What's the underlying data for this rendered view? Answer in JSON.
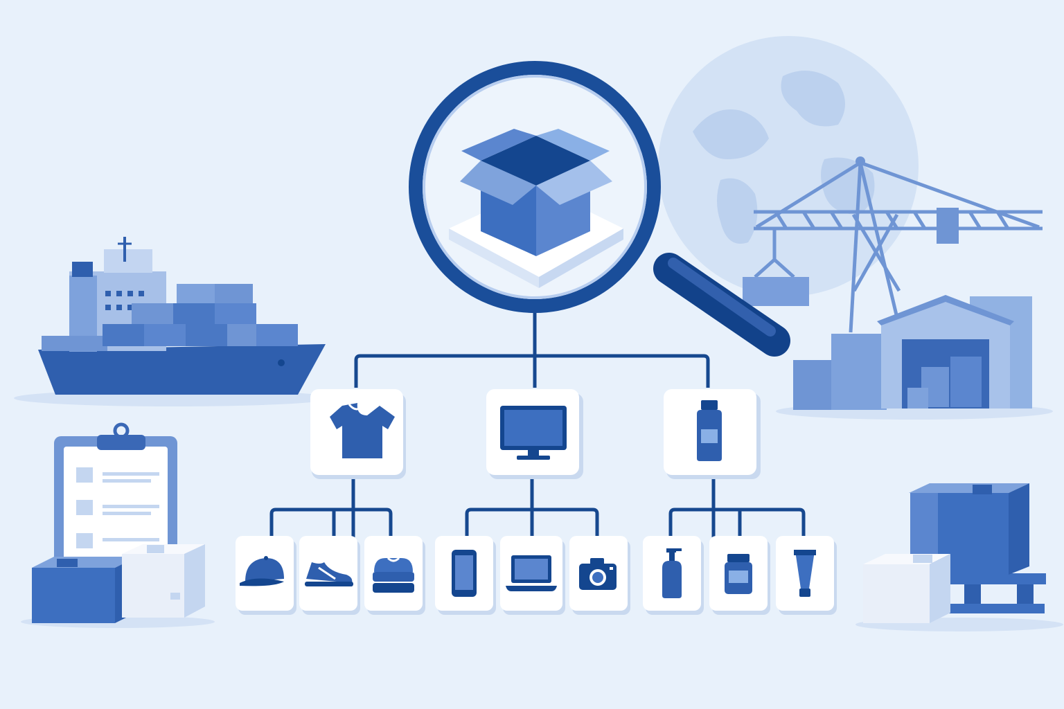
{
  "colors": {
    "background": "#e8f1fb",
    "dark_blue": "#14468f",
    "mid_blue": "#3d6fc0",
    "light_blue": "#7fa3dc",
    "pale_blue": "#c4d6f0",
    "tile_fill": "#ffffff",
    "connector": "#16488f"
  },
  "hierarchy": {
    "root": {
      "icon": "open-box-icon"
    },
    "categories": [
      {
        "id": "apparel",
        "icon": "t-shirt-icon",
        "items": [
          "cap-icon",
          "sneaker-icon",
          "folded-clothes-icon"
        ]
      },
      {
        "id": "electronics",
        "icon": "monitor-icon",
        "items": [
          "smartphone-icon",
          "laptop-icon",
          "camera-icon"
        ]
      },
      {
        "id": "health",
        "icon": "medicine-bottle-icon",
        "items": [
          "pump-bottle-icon",
          "jar-icon",
          "tube-icon"
        ]
      }
    ]
  },
  "decorations": [
    "cargo-ship-icon",
    "globe-icon",
    "port-crane-icon",
    "warehouse-icon",
    "clipboard-checklist-icon",
    "cardboard-boxes-icon",
    "pallet-boxes-icon"
  ]
}
